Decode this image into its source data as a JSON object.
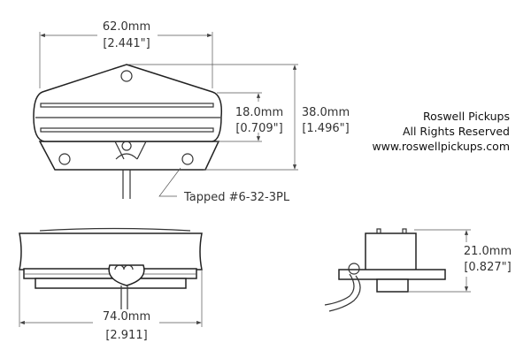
{
  "dimensions": {
    "top_width": {
      "mm": "62.0mm",
      "in": "[2.441\"]"
    },
    "slot_height": {
      "mm": "18.0mm",
      "in": "[0.709\"]"
    },
    "overall_height": {
      "mm": "38.0mm",
      "in": "[1.496\"]"
    },
    "front_width": {
      "mm": "74.0mm",
      "in": "[2.911]"
    },
    "side_height": {
      "mm": "21.0mm",
      "in": "[0.827\"]"
    }
  },
  "annotation": {
    "tapped": "Tapped #6-32-3PL"
  },
  "credit": {
    "company": "Roswell Pickups",
    "rights": "All Rights Reserved",
    "website": "www.roswellpickups.com"
  }
}
